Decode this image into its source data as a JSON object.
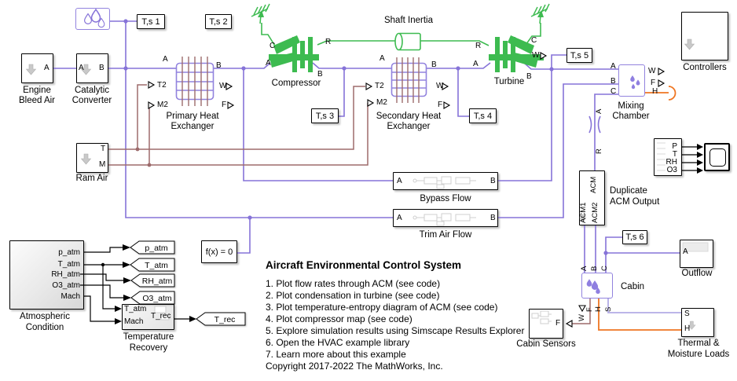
{
  "title_block": {
    "title": "Aircraft Environmental Control System",
    "items": [
      "1. Plot flow rates through ACM (see code)",
      "2. Plot condensation in turbine (see code)",
      "3. Plot temperature-entropy diagram of ACM (see code)",
      "4. Plot compressor map (see code)",
      "5. Explore simulation results using Simscape Results Explorer",
      "6. Open the HVAC example library",
      "7. Learn more about this example"
    ],
    "copyright": "Copyright 2017-2022 The MathWorks, Inc."
  },
  "tags": {
    "ts1": "T,s 1",
    "ts2": "T,s 2",
    "ts3": "T,s 3",
    "ts4": "T,s 4",
    "ts5": "T,s 5",
    "ts6": "T,s 6"
  },
  "goto": {
    "p_atm": "p_atm",
    "t_atm": "T_atm",
    "rh_atm": "RH_atm",
    "o3_atm": "O3_atm",
    "t_rec": "T_rec"
  },
  "blocks": {
    "engine": {
      "cap1": "Engine",
      "cap2": "Bleed Air",
      "a": "A"
    },
    "catalytic": {
      "cap1": "Catalytic",
      "cap2": "Converter",
      "a": "A",
      "b": "B"
    },
    "ram": {
      "cap": "Ram Air",
      "t": "T",
      "m": "M"
    },
    "primary": {
      "cap1": "Primary Heat",
      "cap2": "Exchanger",
      "a": "A",
      "b": "B",
      "t2": "T2",
      "m2": "M2",
      "w": "W",
      "f": "F"
    },
    "secondary": {
      "cap1": "Secondary Heat",
      "cap2": "Exchanger",
      "a": "A",
      "b": "B",
      "t2": "T2",
      "m2": "M2",
      "w": "W",
      "f": "F"
    },
    "compressor": {
      "cap": "Compressor",
      "c": "C",
      "r": "R",
      "a": "A",
      "b": "B"
    },
    "shaft": {
      "cap": "Shaft Inertia"
    },
    "turbine": {
      "cap": "Turbine",
      "r": "R",
      "c": "C",
      "a": "A",
      "b": "B",
      "w": "W"
    },
    "mixing": {
      "cap1": "Mixing",
      "cap2": "Chamber",
      "a": "A",
      "b": "B",
      "c": "C",
      "w": "W",
      "f": "F",
      "h": "H"
    },
    "controllers": {
      "cap": "Controllers"
    },
    "bussel": {
      "p": "P",
      "t": "T",
      "rh": "RH",
      "o3": "O3"
    },
    "dup": {
      "cap1": "Duplicate",
      "cap2": "ACM Output",
      "acm": "ACM",
      "acm1": "ACM1",
      "acm2": "ACM2"
    },
    "restr": {
      "a": "A",
      "r": "R"
    },
    "bypass": {
      "cap": "Bypass Flow",
      "a": "A",
      "b": "B"
    },
    "trim": {
      "cap": "Trim Air Flow",
      "a": "A",
      "b": "B"
    },
    "fx": {
      "cap": "f(x) = 0"
    },
    "atmos": {
      "cap1": "Atmospheric",
      "cap2": "Condition",
      "p": "p_atm",
      "t": "T_atm",
      "rh": "RH_atm",
      "o3": "O3_atm",
      "mach": "Mach"
    },
    "temprec": {
      "cap1": "Temperature",
      "cap2": "Recovery",
      "t": "T_atm",
      "mach": "Mach",
      "out": "T_rec"
    },
    "cabin": {
      "cap": "Cabin",
      "a": "A",
      "b": "B",
      "c": "C",
      "w": "W",
      "f": "F",
      "h": "H",
      "s": "S"
    },
    "sensors": {
      "cap": "Cabin Sensors",
      "f": "F"
    },
    "outflow": {
      "cap": "Outflow",
      "a": "A"
    },
    "thermal": {
      "cap1": "Thermal &",
      "cap2": "Moisture Loads",
      "s": "S",
      "h": "H"
    }
  },
  "colors": {
    "moist_air": "#8673d8",
    "thermal_liquid": "#9d6b6c",
    "mechanical": "#3dbb50",
    "thermal": "#ef7622",
    "signal": "#000000",
    "s_bus": "#b3ace6"
  }
}
